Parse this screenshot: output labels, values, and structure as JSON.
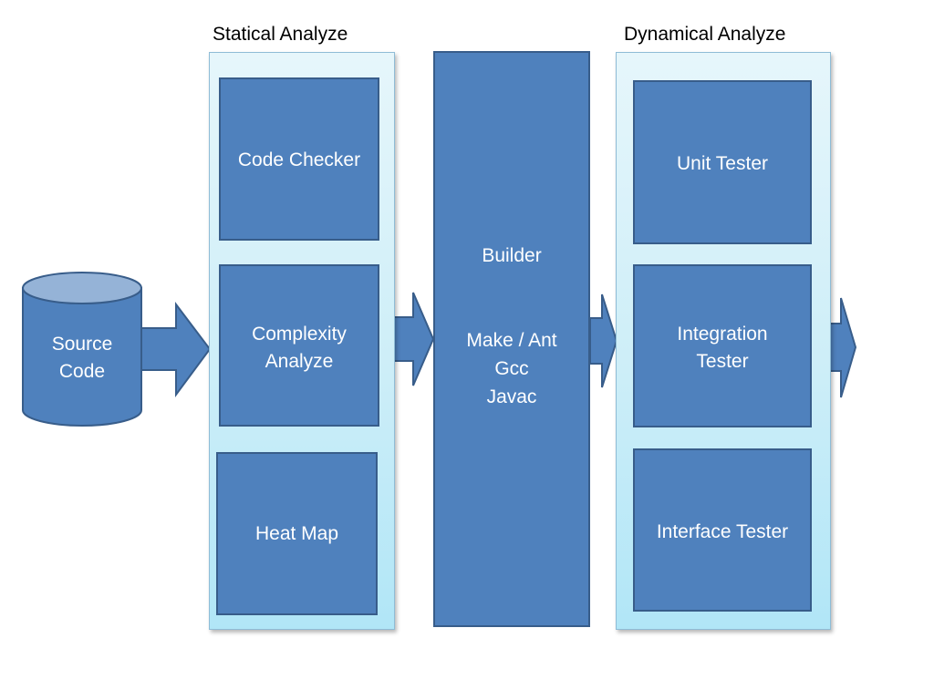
{
  "source": {
    "label": "Source\nCode"
  },
  "static_group": {
    "title": "Statical Analyze",
    "items": [
      "Code Checker",
      "Complexity\nAnalyze",
      "Heat Map"
    ]
  },
  "builder": {
    "title": "Builder",
    "tools": [
      "Make / Ant",
      "Gcc",
      "Javac"
    ]
  },
  "dynamic_group": {
    "title": "Dynamical Analyze",
    "items": [
      "Unit Tester",
      "Integration\nTester",
      "Interface Tester"
    ]
  },
  "colors": {
    "box_fill": "#4f81bd",
    "box_border": "#385d8a",
    "cylinder_top": "#95b3d7",
    "panel_fill": "#cdeef8"
  }
}
